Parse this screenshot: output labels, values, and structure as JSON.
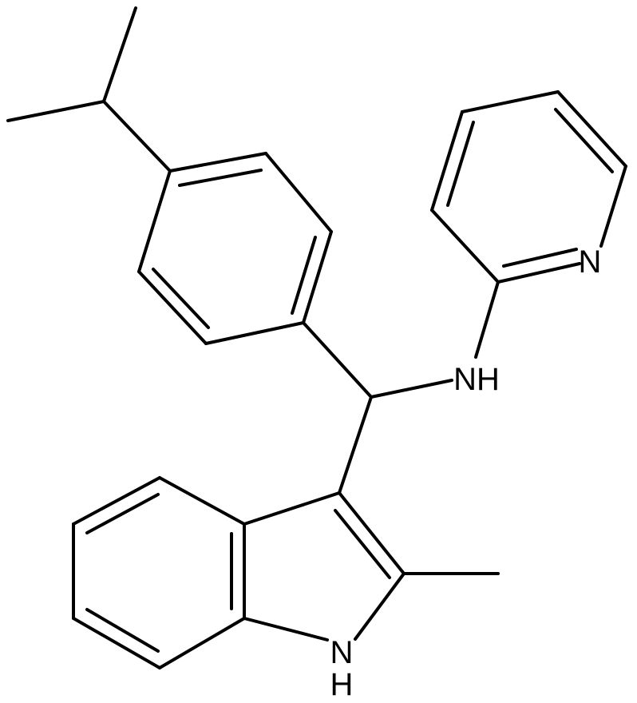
{
  "labels": {
    "pyridine_n": "N",
    "amine_nh": "NH",
    "indole_nh_n": "N",
    "indole_nh_h": "H"
  },
  "colors": {
    "ink": "#000000",
    "background": "#ffffff"
  }
}
